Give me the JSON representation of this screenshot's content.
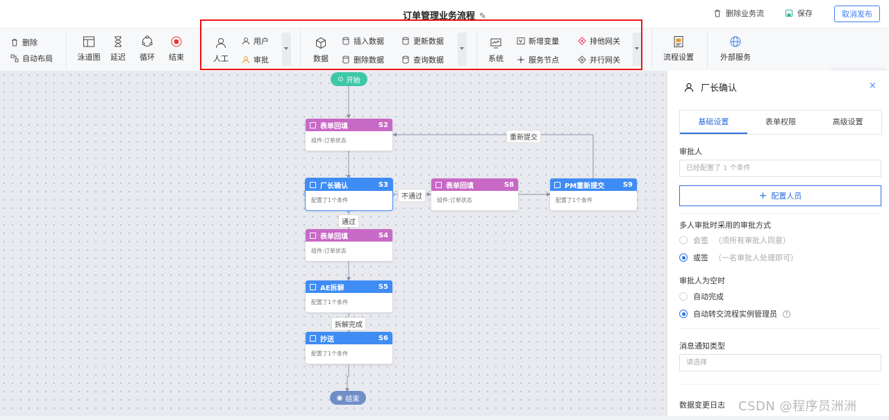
{
  "header": {
    "title": "订单管理业务流程",
    "delete_flow": "删除业务流",
    "save": "保存",
    "cancel_publish": "取消发布"
  },
  "toolbar": {
    "delete": "删除",
    "auto_layout": "自动布局",
    "swimlane": "泳道图",
    "delay": "延迟",
    "loop": "循环",
    "end": "结束",
    "manual": "人工",
    "user": "用户",
    "approve": "审批",
    "data": "数据",
    "insert_data": "插入数据",
    "update_data": "更新数据",
    "delete_data": "删除数据",
    "query_data": "查询数据",
    "system": "系统",
    "add_variable": "新增变量",
    "exclusive_gateway": "排他网关",
    "service_node": "服务节点",
    "parallel_gateway": "并行网关",
    "flow_settings": "流程设置",
    "external_service": "外部服务"
  },
  "canvas": {
    "start": "开始",
    "end": "结束",
    "nodes": [
      {
        "title": "表单回填",
        "id": "S2",
        "desc": "组件:订单状态"
      },
      {
        "title": "厂长确认",
        "id": "S3",
        "desc": "配置了1个条件"
      },
      {
        "title": "表单回填",
        "id": "S8",
        "desc": "组件:订单状态"
      },
      {
        "title": "PM重新提交",
        "id": "S9",
        "desc": "配置了1个条件"
      },
      {
        "title": "表单回填",
        "id": "S4",
        "desc": "组件:订单状态"
      },
      {
        "title": "AE拆解",
        "id": "S5",
        "desc": "配置了1个条件"
      },
      {
        "title": "抄送",
        "id": "S6",
        "desc": "配置了1个条件"
      }
    ],
    "edge_labels": {
      "resubmit": "重新提交",
      "reject": "不通过",
      "pass": "通过",
      "split_done": "拆解完成"
    }
  },
  "panel": {
    "title": "厂长确认",
    "tabs": [
      "基础设置",
      "表单权限",
      "高级设置"
    ],
    "approver_label": "审批人",
    "approver_placeholder": "已经配置了 1 个条件",
    "config_button": "配置人员",
    "multi_label": "多人审批时采用的审批方式",
    "countersign": "会签",
    "countersign_hint": "（须所有审批人同意）",
    "or_sign": "或签",
    "or_sign_hint": "（一名审批人处理即可）",
    "empty_label": "审批人为空时",
    "auto_complete": "自动完成",
    "auto_transfer": "自动转交流程实例管理员",
    "notify_label": "消息通知类型",
    "notify_placeholder": "请选择",
    "change_log": "数据变更日志"
  },
  "watermark": "CSDN @程序员洲洲"
}
